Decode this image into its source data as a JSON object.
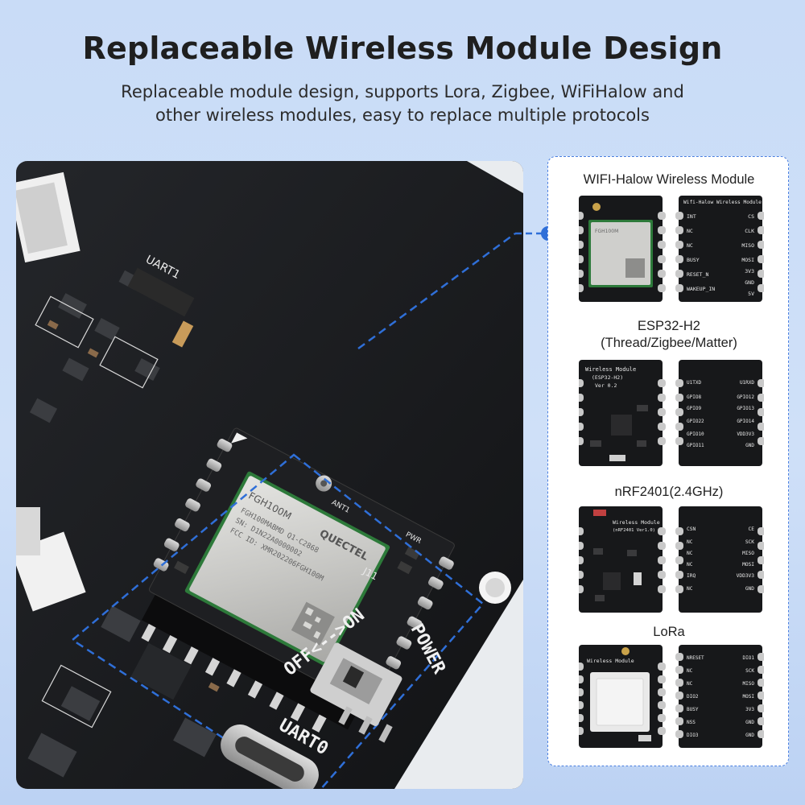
{
  "header": {
    "title": "Replaceable Wireless Module Design",
    "subtitle_line1": "Replaceable module design, supports Lora, Zigbee, WiFiHalow and",
    "subtitle_line2": "other wireless modules, easy to replace multiple protocols"
  },
  "board": {
    "chip_brand": "QUECTEL",
    "chip_model": "FGH100M",
    "chip_lines": [
      "FGH100MABMD  Q1-C2868",
      "SN: D1N22A0000002",
      "FCC ID: XMR202206FGH100M"
    ],
    "silk_ant": "ANT1",
    "silk_pwr": "PWR",
    "silk_uart": "UART1",
    "silk_j": "J11",
    "switch_label": "OFF<-->ON",
    "power_label": "POWER",
    "uart0_label": "UART0"
  },
  "modules": [
    {
      "title": "WIFI-Halow Wireless Module",
      "back_header": "Wifi-Halow Wireless Module",
      "pins_left": [
        "INT",
        "NC",
        "NC",
        "BUSY",
        "RESET_N",
        "WAKEUP_IN"
      ],
      "pins_right": [
        "CS",
        "CLK",
        "MISO",
        "MOSI",
        "3V3",
        "GND",
        "5V"
      ]
    },
    {
      "title_line1": "ESP32-H2",
      "title_line2": "(Thread/Zigbee/Matter)",
      "front_header": "Wireless Module",
      "front_sub": "(ESP32-H2)",
      "front_ver": "Ver 0.2",
      "pins_left": [
        "U1TXD",
        "GPIO8",
        "GPIO9",
        "GPIO22",
        "GPIO10",
        "GPIO11"
      ],
      "pins_right": [
        "U1RXD",
        "GPIO12",
        "GPIO13",
        "GPIO14",
        "VDD3V3",
        "GND"
      ]
    },
    {
      "title": "nRF2401(2.4GHz)",
      "front_header": "Wireless Module",
      "front_sub": "(nRF2401 Ver1.0)",
      "pins_left": [
        "CSN",
        "NC",
        "NC",
        "NC",
        "IRQ",
        "NC"
      ],
      "pins_right": [
        "CE",
        "SCK",
        "MISO",
        "MOSI",
        "VDD3V3",
        "GND"
      ]
    },
    {
      "title": "LoRa",
      "front_header": "Wireless Module",
      "pins_left": [
        "NRESET",
        "NC",
        "NC",
        "DIO2",
        "BUSY",
        "NSS",
        "DIO3"
      ],
      "pins_right": [
        "DIO1",
        "SCK",
        "MISO",
        "MOSI",
        "3V3",
        "GND",
        "GND"
      ]
    }
  ],
  "colors": {
    "accent_blue": "#2f6fd8",
    "pcb_black": "#17181a",
    "silkscreen": "#e8e8e8",
    "shield_silver": "#c9c9c6",
    "pcb_green": "#2d7a3a"
  }
}
